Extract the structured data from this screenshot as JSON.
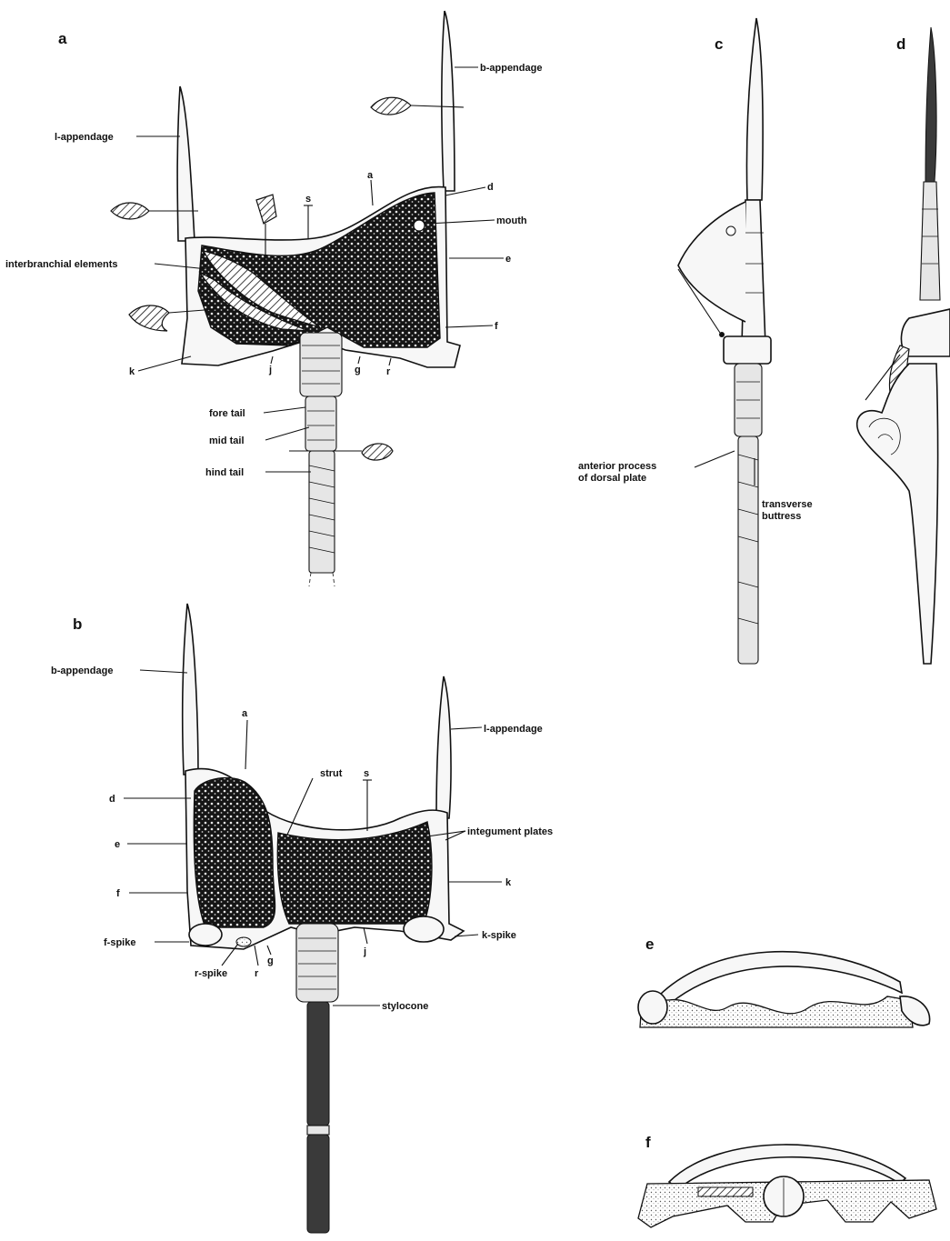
{
  "panels": {
    "a": "a",
    "b": "b",
    "c": "c",
    "d": "d",
    "e": "e",
    "f": "f"
  },
  "panel_a_labels": {
    "b_appendage": "b-appendage",
    "l_appendage": "l-appendage",
    "s": "s",
    "a": "a",
    "d": "d",
    "mouth": "mouth",
    "interbranchial_elements": "interbranchial elements",
    "e": "e",
    "f": "f",
    "k": "k",
    "j": "j",
    "g": "g",
    "r": "r",
    "fore_tail": "fore tail",
    "mid_tail": "mid tail",
    "hind_tail": "hind tail"
  },
  "panel_b_labels": {
    "b_appendage": "b-appendage",
    "l_appendage": "l-appendage",
    "a": "a",
    "strut": "strut",
    "s": "s",
    "d": "d",
    "e": "e",
    "integument_plates": "integument plates",
    "f": "f",
    "k": "k",
    "f_spike": "f-spike",
    "k_spike": "k-spike",
    "r_spike": "r-spike",
    "r": "r",
    "g": "g",
    "j": "j",
    "stylocone": "stylocone"
  },
  "panel_c_labels": {
    "anterior_process_line1": "anterior process",
    "anterior_process_line2": "of dorsal plate",
    "transverse_buttress_line1": "transverse",
    "transverse_buttress_line2": "buttress"
  }
}
